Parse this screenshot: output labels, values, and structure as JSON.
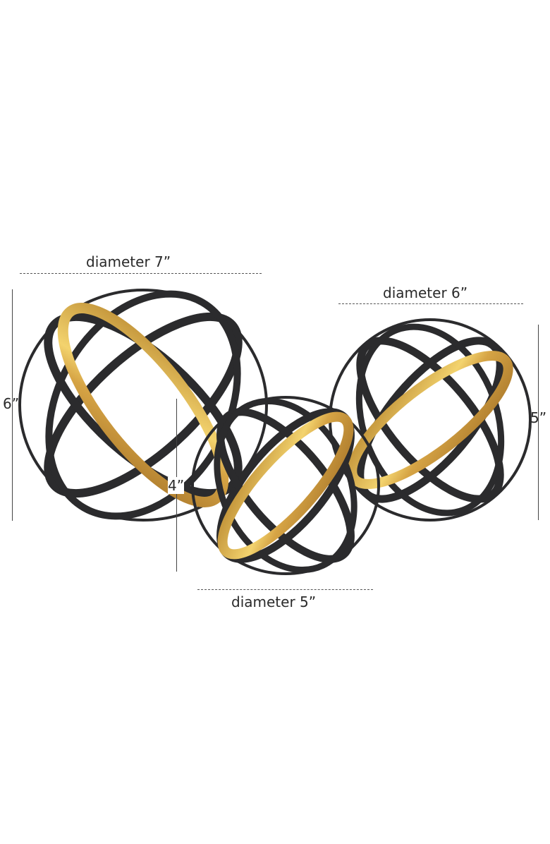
{
  "product": {
    "colors": {
      "band": "#2b2b2d",
      "accent": "#c99a3c",
      "accent_light": "#f0cf6a"
    },
    "spheres": [
      {
        "name": "large",
        "diameter_label": "diameter 7”",
        "height_label": "6”"
      },
      {
        "name": "medium",
        "diameter_label": "diameter 6”",
        "height_label": "5”"
      },
      {
        "name": "small",
        "diameter_label": "diameter 5”",
        "height_label": "4”"
      }
    ]
  }
}
